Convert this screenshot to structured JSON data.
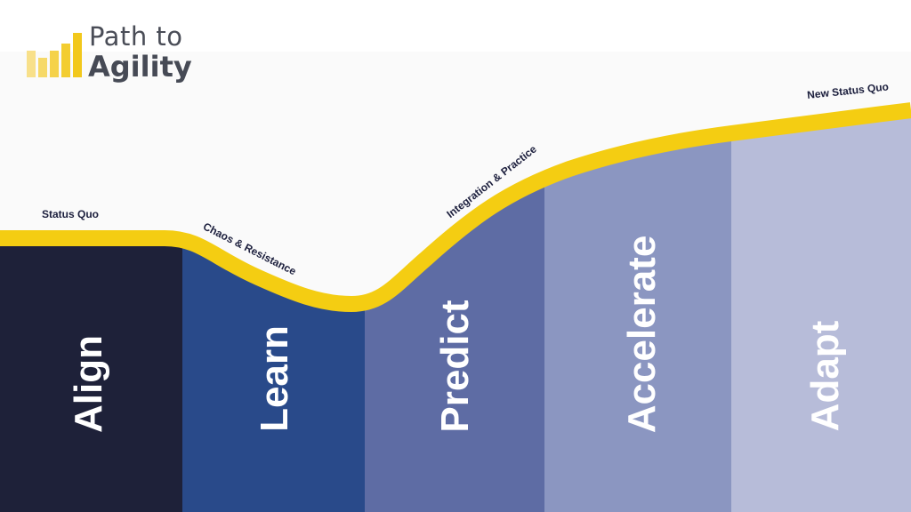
{
  "logo": {
    "line1": "Path to",
    "line2": "Agility",
    "bar_colors": [
      "#f8e08a",
      "#f6d968",
      "#f5d24a",
      "#f2c81c"
    ]
  },
  "stages": [
    {
      "label": "Align",
      "color": "#1e2139"
    },
    {
      "label": "Learn",
      "color": "#294a8a"
    },
    {
      "label": "Predict",
      "color": "#5e6ca4"
    },
    {
      "label": "Accelerate",
      "color": "#8b96c1"
    },
    {
      "label": "Adapt",
      "color": "#b7bcd9"
    }
  ],
  "curve": {
    "color": "#f4cd12",
    "labels": {
      "status_quo": "Status Quo",
      "chaos": "Chaos & Resistance",
      "integration": "Integration & Practice",
      "new_status_quo": "New Status Quo"
    }
  }
}
